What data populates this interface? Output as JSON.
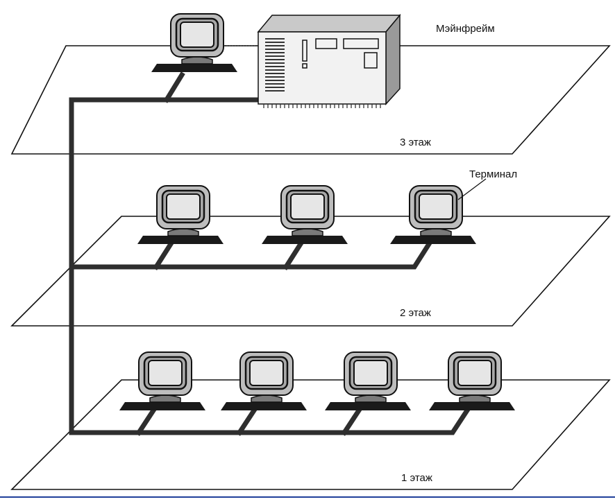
{
  "diagram": {
    "mainframe_label": "Мэйнфрейм",
    "terminal_label": "Терминал",
    "floors": [
      {
        "label": "3 этаж",
        "terminals": 1
      },
      {
        "label": "2 этаж",
        "terminals": 3
      },
      {
        "label": "1 этаж",
        "terminals": 4
      }
    ]
  },
  "colors": {
    "ink": "#111111",
    "cable": "#2e2e2e",
    "monitor_fill": "#bdbdbd",
    "screen_fill": "#e6e6e6",
    "mainframe_front": "#f2f2f2",
    "mainframe_side": "#9a9a9a",
    "mainframe_top": "#c9c9c9",
    "bottom_rule": "#1f3f9a"
  }
}
